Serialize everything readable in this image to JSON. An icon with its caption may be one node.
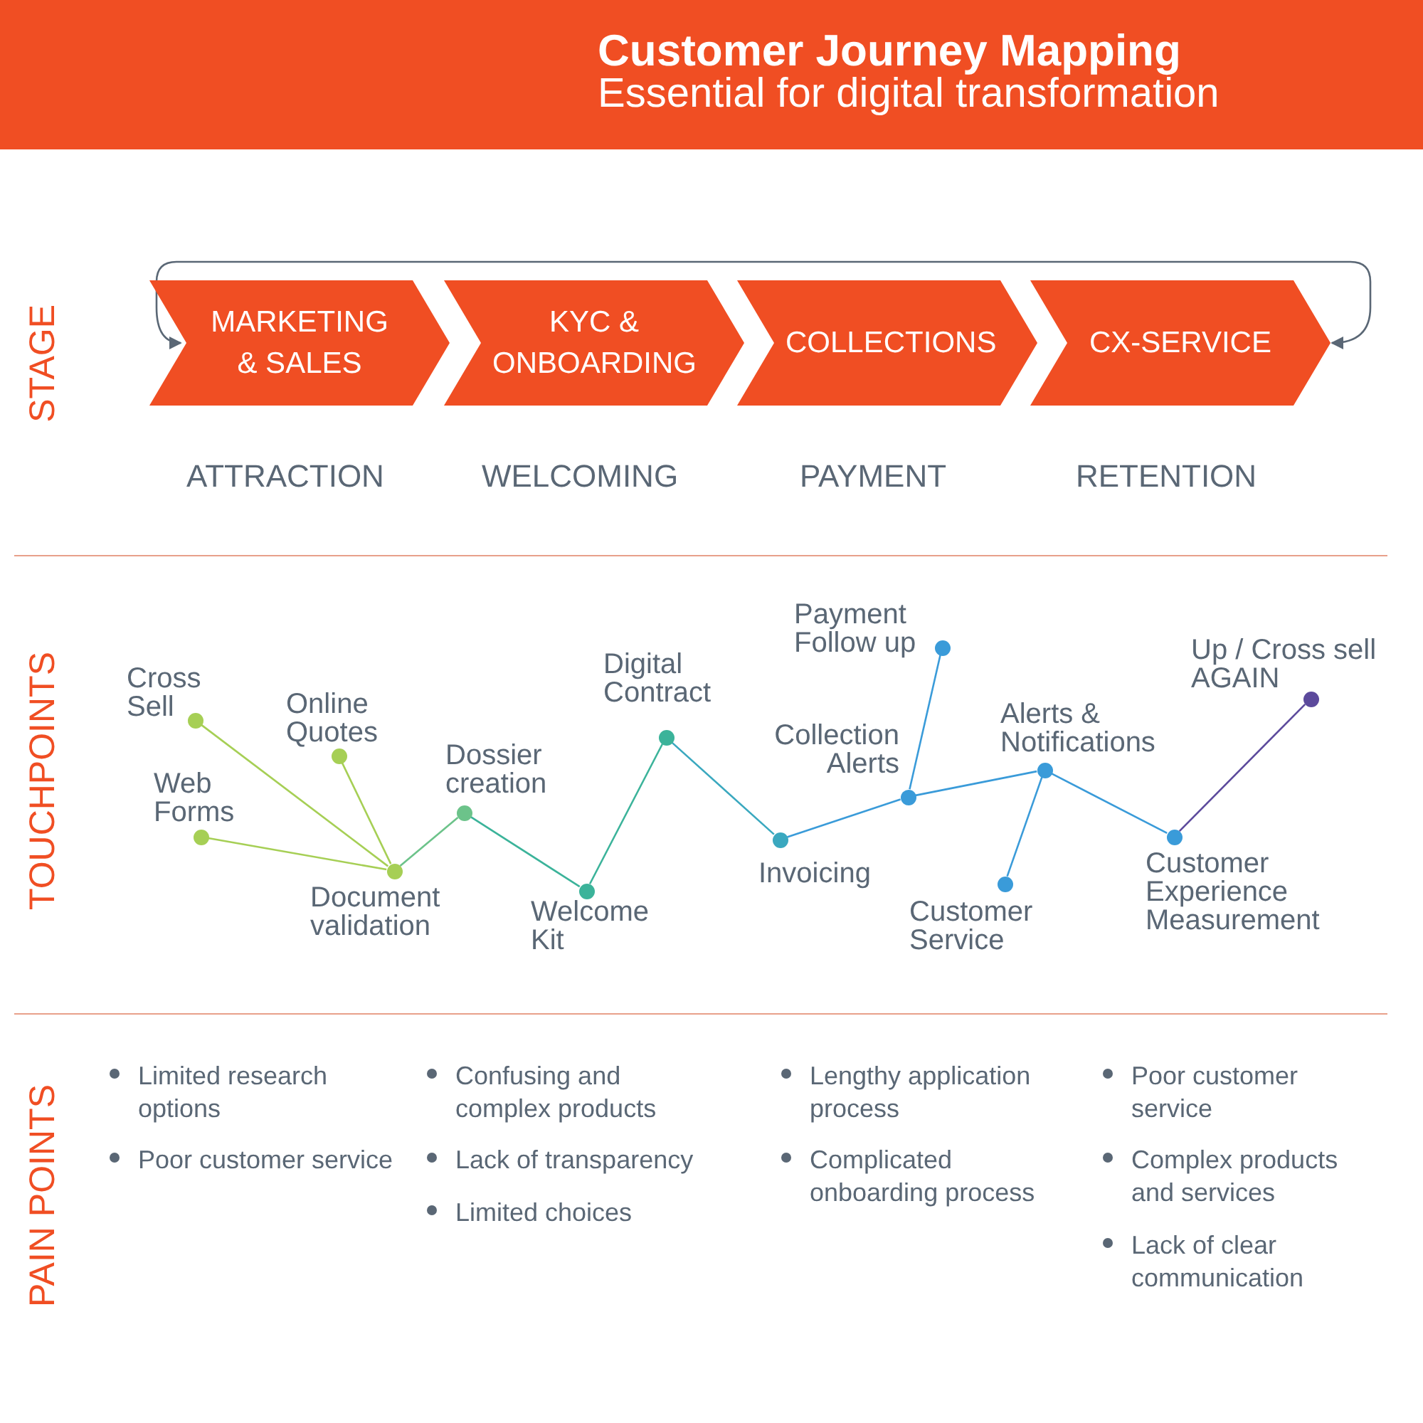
{
  "diagram": {
    "title": "Customer Journey Mapping",
    "nodes": [
      {
        "text": [
          "MARKETING & SALES"
        ],
        "beside": [
          "ATTRACTION"
        ]
      },
      {
        "text": [
          "KYC & ONBOARDING"
        ],
        "beside": [
          "WELCOMING"
        ]
      },
      {
        "text": [
          "COLLECTIONS"
        ],
        "beside": [
          "PAYMENT"
        ]
      },
      {
        "text": [
          "CX-SERVICE"
        ],
        "beside": [
          "RETENTION"
        ]
      },
      {
        "text": [
          "Cross Sell"
        ]
      },
      {
        "text": [
          "Web Forms"
        ]
      },
      {
        "text": [
          "Online Quotes"
        ]
      },
      {
        "text": [
          "Document validation"
        ]
      },
      {
        "text": [
          "Dossier creation"
        ]
      },
      {
        "text": [
          "Welcome Kit"
        ]
      },
      {
        "text": [
          "Digital Contract"
        ]
      },
      {
        "text": [
          "Invoicing"
        ]
      },
      {
        "text": [
          "Collection Alerts"
        ]
      },
      {
        "text": [
          "Payment Follow up"
        ]
      },
      {
        "text": [
          "Alerts & Notifications"
        ]
      },
      {
        "text": [
          "Customer Service"
        ]
      },
      {
        "text": [
          "Customer Experience Measurement"
        ]
      },
      {
        "text": [
          "Up / Cross sell AGAIN"
        ]
      }
    ],
    "edges": [
      {
        "from": 4,
        "to": 7,
        "arrow": "none",
        "color": "#a6cf55"
      },
      {
        "from": 5,
        "to": 7,
        "arrow": "none",
        "color": "#a6cf55"
      },
      {
        "from": 6,
        "to": 7,
        "arrow": "none",
        "color": "#a6cf55"
      },
      {
        "from": 7,
        "to": 8,
        "arrow": "none",
        "color": "#6cc38a"
      },
      {
        "from": 8,
        "to": 9,
        "arrow": "none",
        "color": "#3bb39a"
      },
      {
        "from": 9,
        "to": 10,
        "arrow": "none",
        "color": "#3bb39a"
      },
      {
        "from": 10,
        "to": 11,
        "arrow": "none",
        "color": "#3aa8bf"
      },
      {
        "from": 11,
        "to": 12,
        "arrow": "none",
        "color": "#3a9bd9"
      },
      {
        "from": 12,
        "to": 13,
        "arrow": "none",
        "color": "#3a9bd9"
      },
      {
        "from": 12,
        "to": 14,
        "arrow": "none",
        "color": "#3a9bd9"
      },
      {
        "from": 14,
        "to": 15,
        "arrow": "none",
        "color": "#3a9bd9"
      },
      {
        "from": 14,
        "to": 16,
        "arrow": "none",
        "color": "#3a9bd9"
      },
      {
        "from": 16,
        "to": 17,
        "arrow": "none",
        "color": "#5c4a9c"
      },
      {
        "from": 3,
        "to": 0,
        "arrow": "both",
        "color": "#5a6775"
      }
    ],
    "labels": [
      "Essential for digital transformation",
      "STAGE",
      "TOUCHPOINTS",
      "PAIN POINTS",
      "Limited research options",
      "Poor customer service",
      "Confusing and complex products",
      "Lack of transparency",
      "Limited choices",
      "Lengthy application process",
      "Complicated onboarding process",
      "Poor customer service",
      "Complex products and services",
      "Lack of clear communication"
    ]
  }
}
